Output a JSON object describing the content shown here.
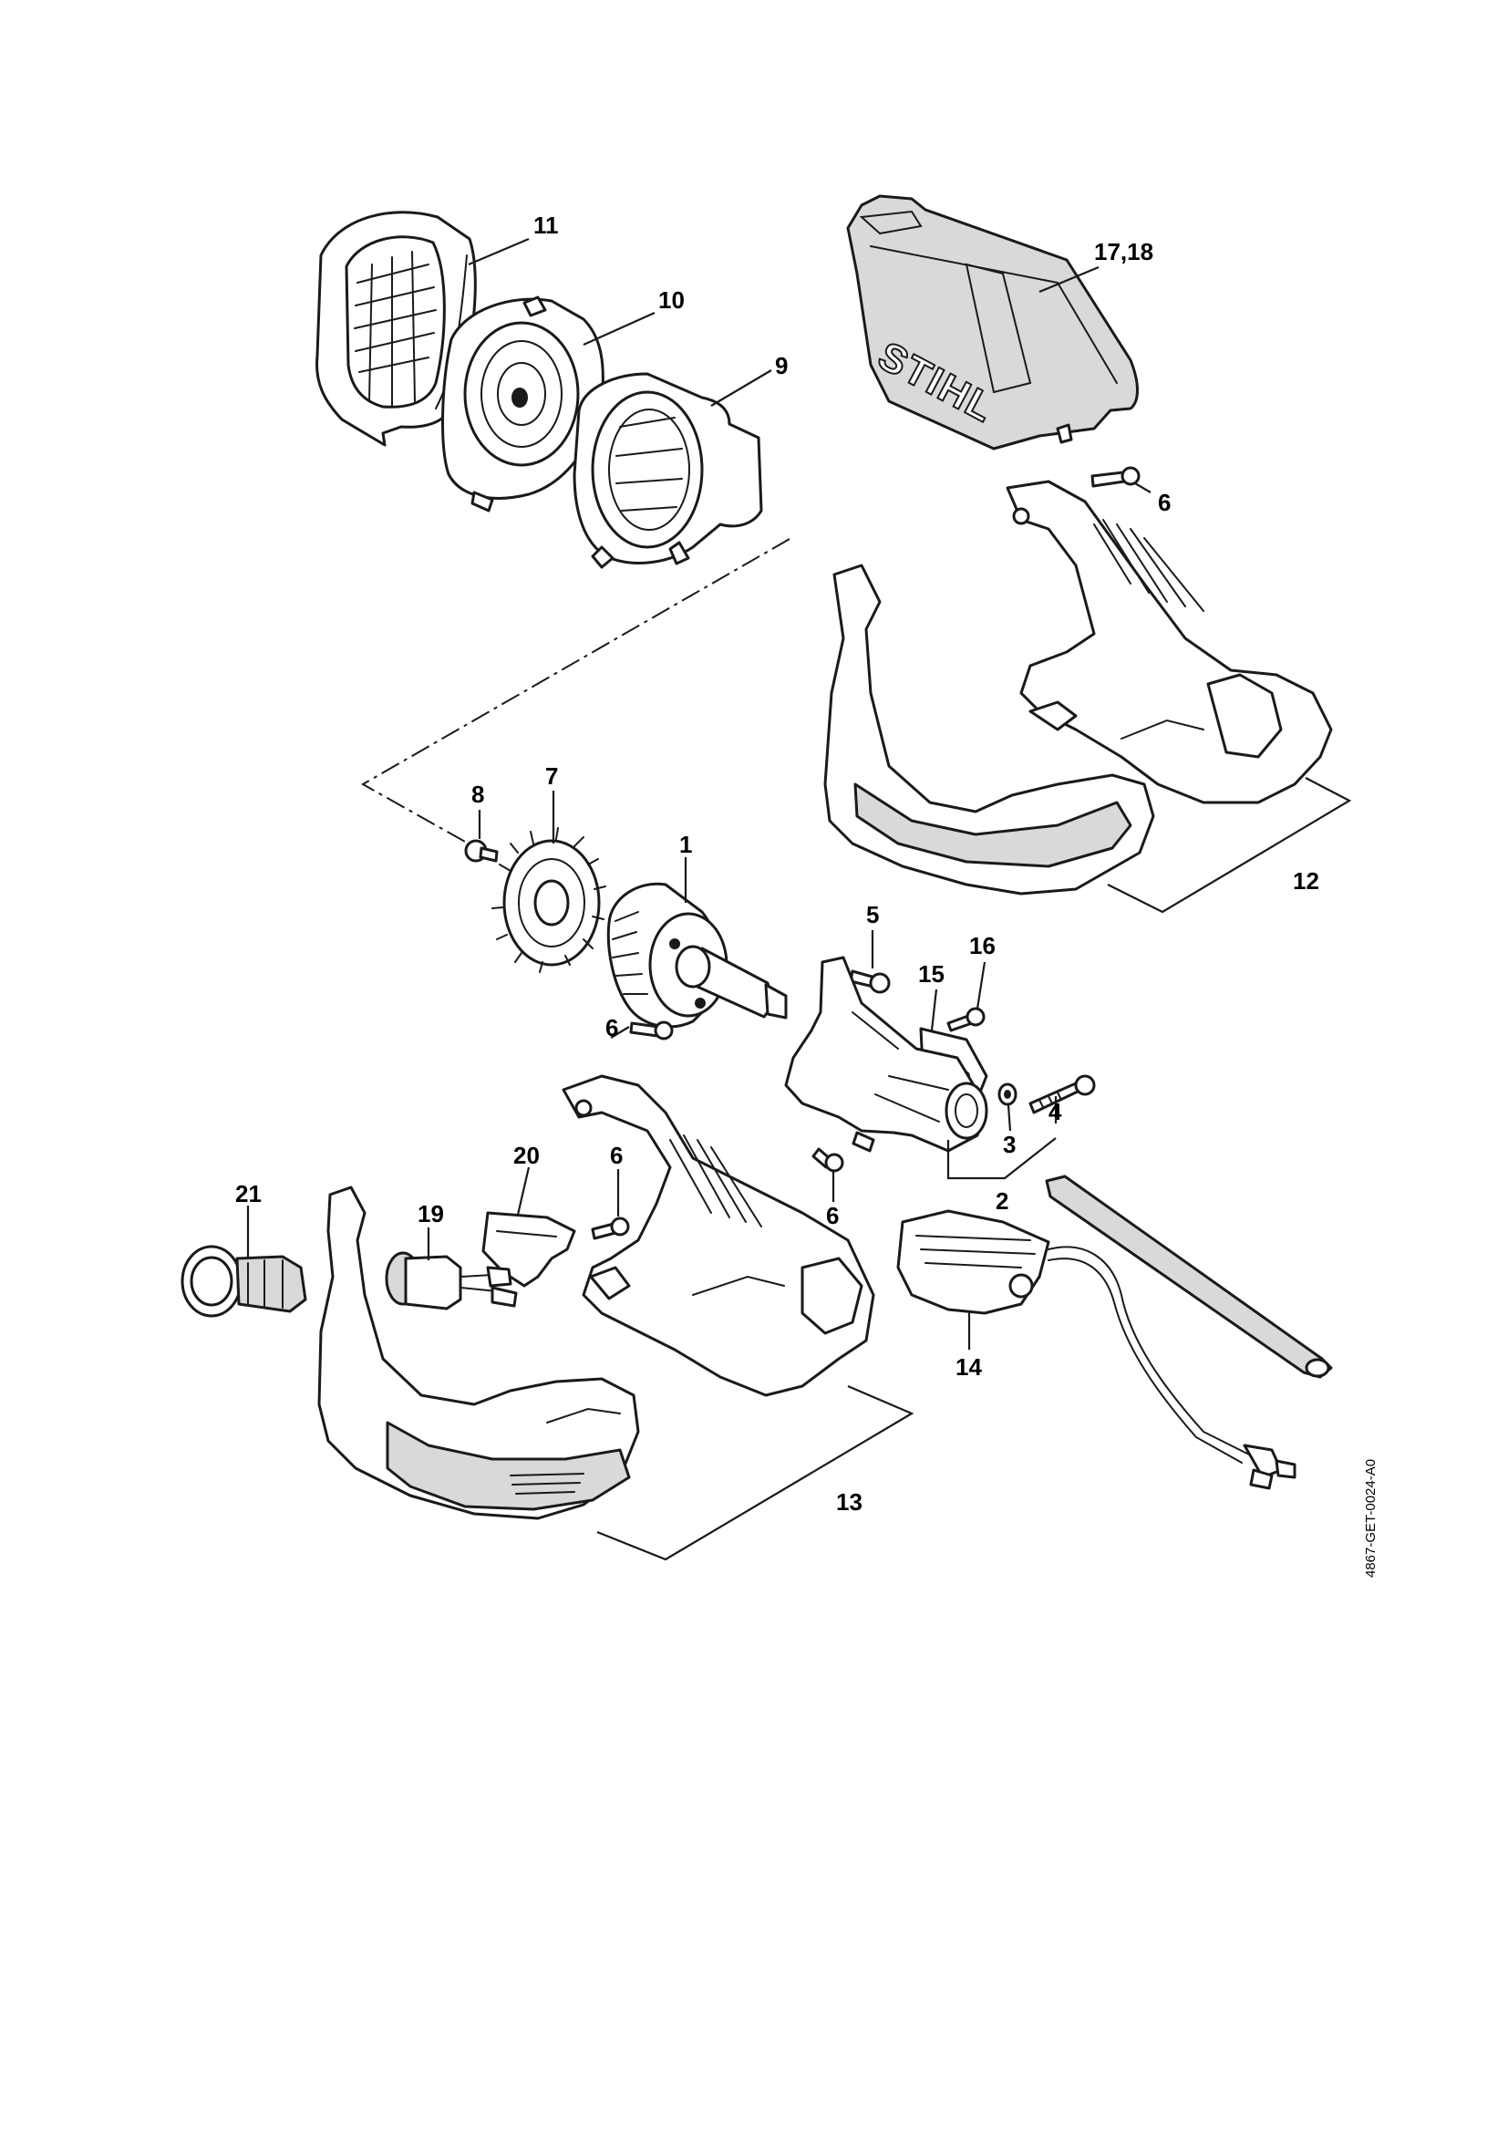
{
  "diagram": {
    "brand_mark": "STIHL",
    "drawing_reference": "4867-GET-0024-A0",
    "callouts": [
      {
        "id": "c11",
        "label": "11"
      },
      {
        "id": "c10",
        "label": "10"
      },
      {
        "id": "c9",
        "label": "9"
      },
      {
        "id": "c17-18",
        "label": "17,18"
      },
      {
        "id": "c6-top",
        "label": "6"
      },
      {
        "id": "c8",
        "label": "8"
      },
      {
        "id": "c7",
        "label": "7"
      },
      {
        "id": "c1",
        "label": "1"
      },
      {
        "id": "c12",
        "label": "12"
      },
      {
        "id": "c5",
        "label": "5"
      },
      {
        "id": "c16",
        "label": "16"
      },
      {
        "id": "c15",
        "label": "15"
      },
      {
        "id": "c6-mid",
        "label": "6"
      },
      {
        "id": "c3",
        "label": "3"
      },
      {
        "id": "c4",
        "label": "4"
      },
      {
        "id": "c20",
        "label": "20"
      },
      {
        "id": "c6-left",
        "label": "6"
      },
      {
        "id": "c6-low",
        "label": "6"
      },
      {
        "id": "c2",
        "label": "2"
      },
      {
        "id": "c21",
        "label": "21"
      },
      {
        "id": "c19",
        "label": "19"
      },
      {
        "id": "c14",
        "label": "14"
      },
      {
        "id": "c13",
        "label": "13"
      }
    ]
  }
}
